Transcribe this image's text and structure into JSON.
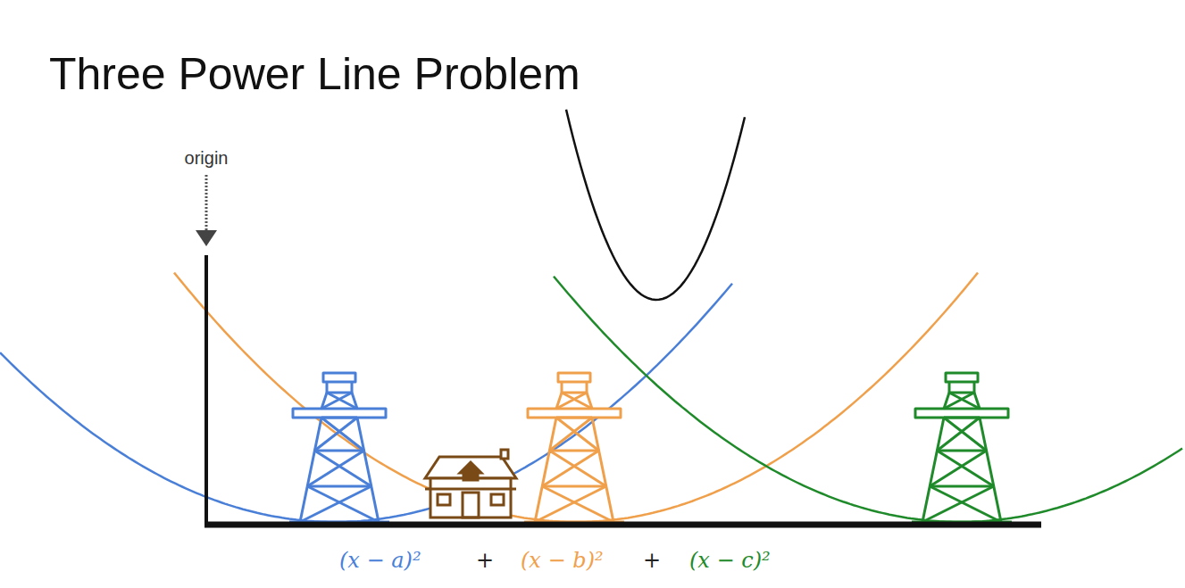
{
  "diagram": {
    "title": "Three Power Line Problem",
    "labels": [
      "origin",
      "(x − a)²",
      "+",
      "(x − b)²",
      "+",
      "(x − c)²"
    ]
  }
}
